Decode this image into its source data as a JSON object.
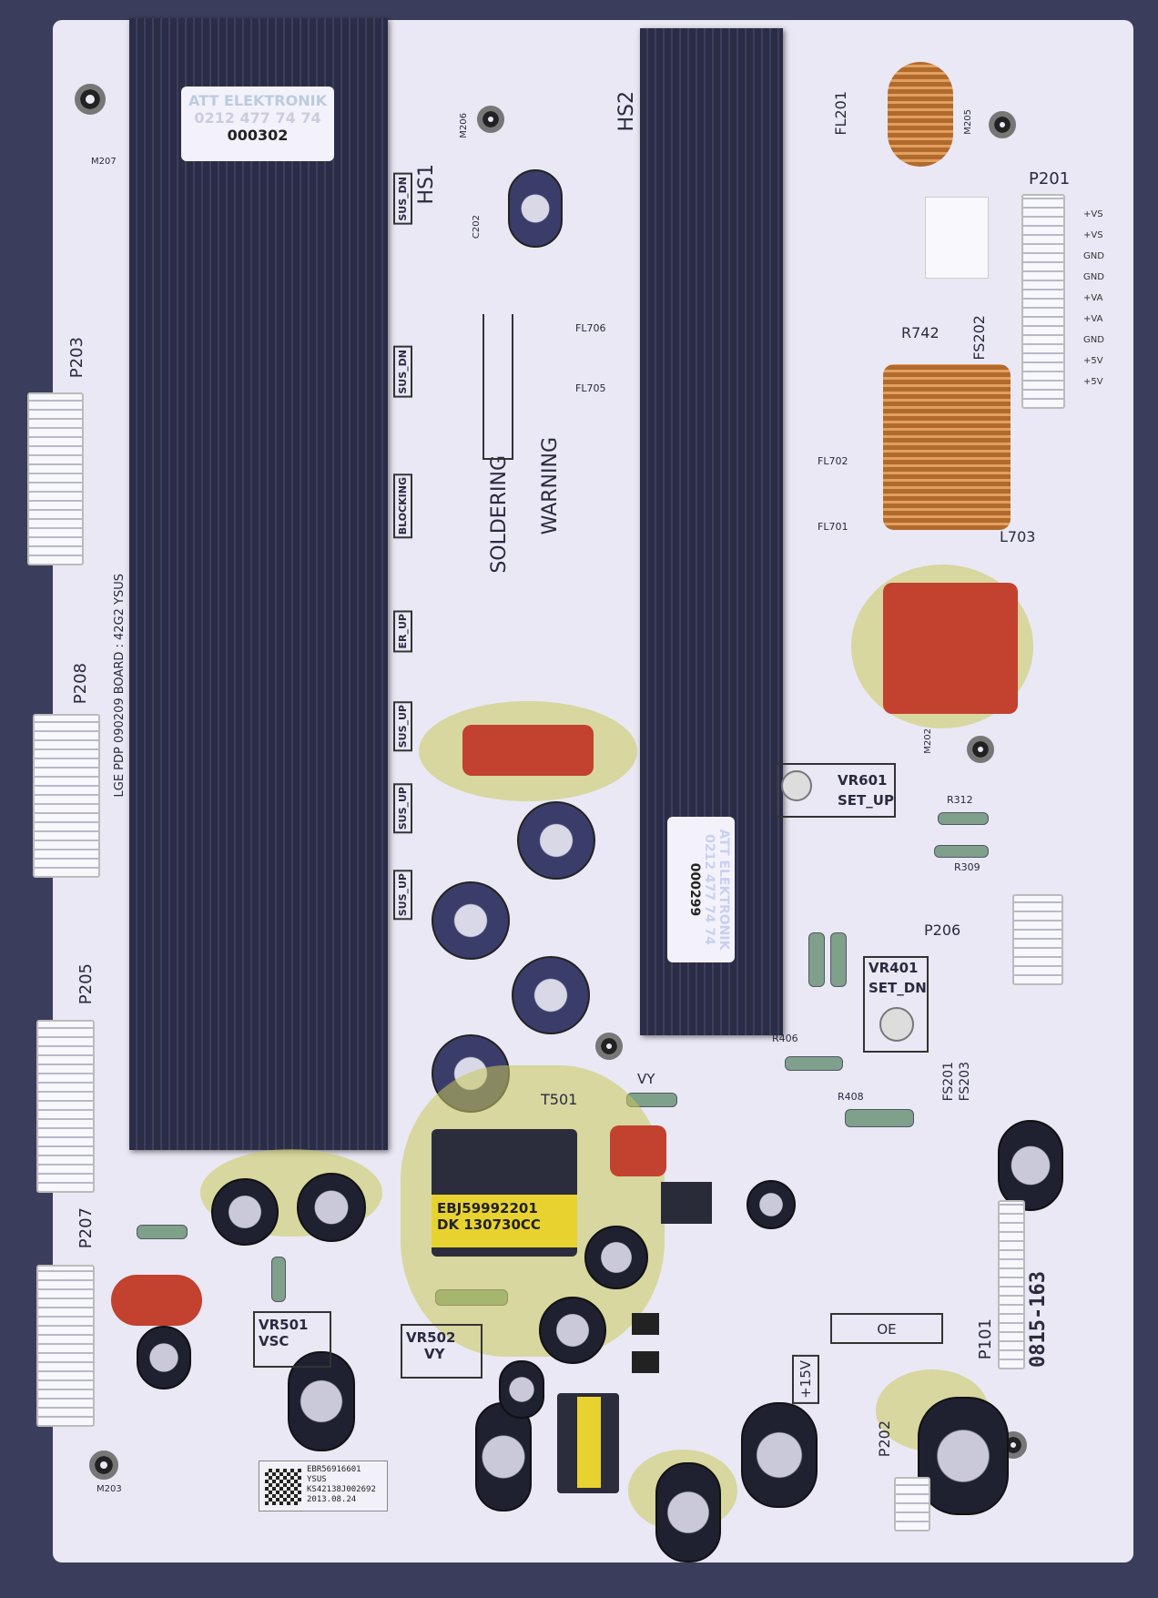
{
  "sticker_top": {
    "line1": "ATT ELEKTRONIK",
    "line2": "0212 477 74 74",
    "serial": "000302"
  },
  "sticker_mid": {
    "line1": "ATT ELEKTRONIK",
    "line2": "0212 477 74 74",
    "serial": "000299"
  },
  "transformer_label": {
    "line1": "EBJ59992201",
    "line2": "DK 130730CC"
  },
  "product_label": {
    "part": "EBR56916601",
    "model": "YSUS",
    "serial": "KS42138J002692",
    "date": "2013.08.24"
  },
  "board_text": {
    "board": "LGE PDP 090209 BOARD : 42G2 YSUS",
    "hs1": "HS1",
    "hs2": "HS2",
    "soldering": "SOLDERING",
    "warning": "WARNING",
    "handwritten": "0815-163"
  },
  "labels": {
    "p203": "P203",
    "p208": "P208",
    "p205": "P205",
    "p207": "P207",
    "p201": "P201",
    "p206": "P206",
    "p202": "P202",
    "p101": "P101",
    "vr601": "VR601",
    "set_up": "SET_UP",
    "vr401": "VR401",
    "set_dn": "SET_DN",
    "vr501": "VR501",
    "vsc": "VSC",
    "vr502": "VR502",
    "vy": "VY",
    "fl201": "FL201",
    "l703": "L703",
    "r742": "R742",
    "fs202": "FS202",
    "t501": "T501",
    "oe": "OE",
    "p15v": "+15V",
    "fs201": "FS201",
    "fs203": "FS203",
    "sus_dn": "SUS_DN",
    "blocking": "BLOCKING",
    "er_up": "ER_UP",
    "sus_up": "SUS_UP",
    "m207": "M207",
    "m203": "M203",
    "m206": "M206",
    "m205": "M205",
    "m202": "M202",
    "r312": "R312",
    "r309": "R309",
    "r406": "R406",
    "r408": "R408",
    "c202": "C202",
    "fl706": "FL706",
    "fl705": "FL705",
    "fl702": "FL702",
    "fl701": "FL701",
    "vy_top": "VY"
  },
  "p201_pins": [
    "+VS",
    "+VS",
    "GND",
    "GND",
    "+VA",
    "+VA",
    "GND",
    "+5V",
    "+5V"
  ]
}
